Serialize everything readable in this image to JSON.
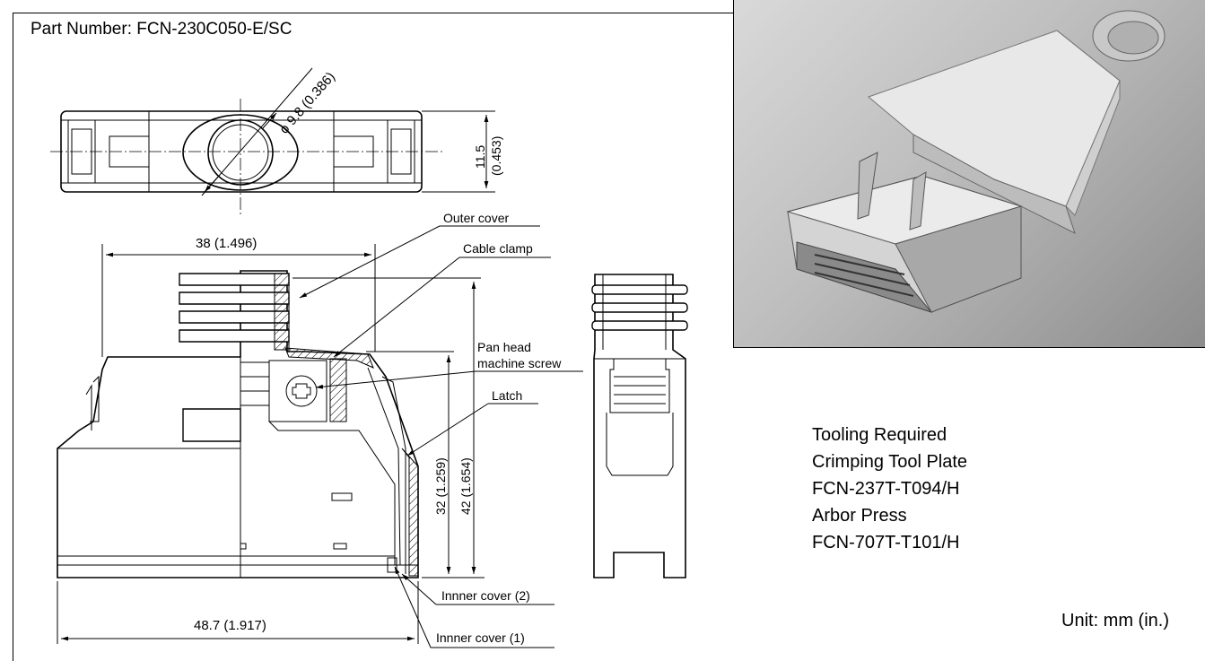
{
  "part_number": "Part Number: FCN-230C050-E/SC",
  "top_view": {
    "diameter_label": "ϕ 9.8 (0.386)",
    "height_label_mm": "11.5",
    "height_label_in": "(0.453)"
  },
  "side_view": {
    "width_label": "38 (1.496)",
    "overall_width_label": "48.7 (1.917)",
    "height_32_label": "32 (1.259)",
    "height_42_label": "42 (1.654)"
  },
  "callouts": {
    "outer_cover": "Outer cover",
    "cable_clamp": "Cable clamp",
    "screw_line1": "Pan head",
    "screw_line2": "machine screw",
    "latch": "Latch",
    "inner_cover_2": "Innner cover (2)",
    "inner_cover_1": "Innner cover (1)"
  },
  "tooling": {
    "line1": "Tooling Required",
    "line2": "Crimping Tool Plate",
    "line3": "FCN-237T-T094/H",
    "line4": "Arbor Press",
    "line5": "FCN-707T-T101/H"
  },
  "unit": "Unit: mm (in.)",
  "colors": {
    "ink": "#000000",
    "background": "#ffffff",
    "photo_mid": "#bdbdbd"
  }
}
